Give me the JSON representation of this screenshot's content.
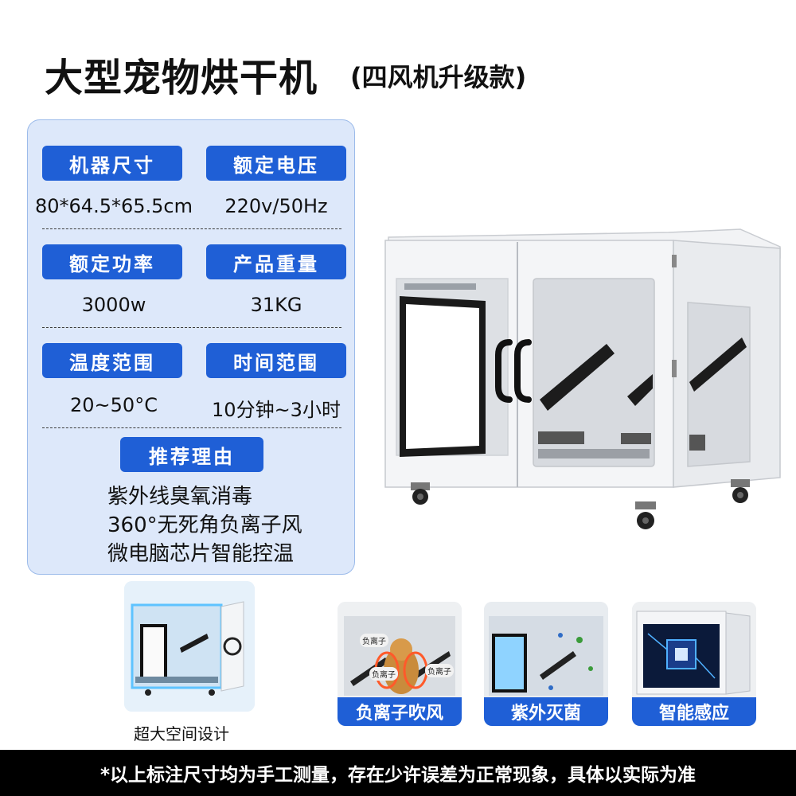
{
  "title": "大型宠物烘干机",
  "subtitle": "(四风机升级款)",
  "specs": [
    {
      "label": "机器尺寸",
      "value": "80*64.5*65.5cm"
    },
    {
      "label": "额定电压",
      "value": "220v/50Hz"
    },
    {
      "label": "额定功率",
      "value": "3000w"
    },
    {
      "label": "产品重量",
      "value": "31KG"
    },
    {
      "label": "温度范围",
      "value": "20~50°C"
    },
    {
      "label": "时间范围",
      "value": "10分钟~3小时"
    }
  ],
  "reasons": {
    "label": "推荐理由",
    "items": [
      "紫外线臭氧消毒",
      "360°无死角负离子风",
      "微电脑芯片智能控温"
    ]
  },
  "space_caption": "超大空间设计",
  "features": [
    "负离子吹风",
    "紫外灭菌",
    "智能感应"
  ],
  "anion_tags": [
    "负离子",
    "负离子",
    "负离子"
  ],
  "footer": "*以上标注尺寸均为手工测量，存在少许误差为正常现象，具体以实际为准",
  "colors": {
    "accent": "#1f5fd6",
    "panel": "#dde8fa",
    "footer": "#000000"
  }
}
